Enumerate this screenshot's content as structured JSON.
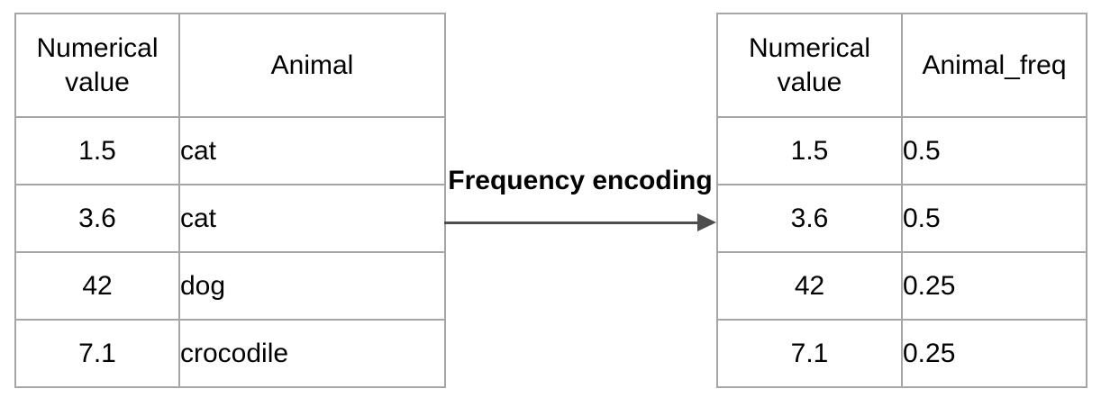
{
  "diagram": {
    "transform_label": "Frequency encoding"
  },
  "left_table": {
    "columns": [
      "Numerical value",
      "Animal"
    ],
    "rows": [
      [
        "1.5",
        "cat"
      ],
      [
        "3.6",
        "cat"
      ],
      [
        "42",
        "dog"
      ],
      [
        "7.1",
        "crocodile"
      ]
    ]
  },
  "right_table": {
    "columns": [
      "Numerical value",
      "Animal_freq"
    ],
    "rows": [
      [
        "1.5",
        "0.5"
      ],
      [
        "3.6",
        "0.5"
      ],
      [
        "42",
        "0.25"
      ],
      [
        "7.1",
        "0.25"
      ]
    ]
  },
  "colors": {
    "border": "#a6a6a6",
    "arrow": "#4d4d4d",
    "text": "#000000"
  }
}
